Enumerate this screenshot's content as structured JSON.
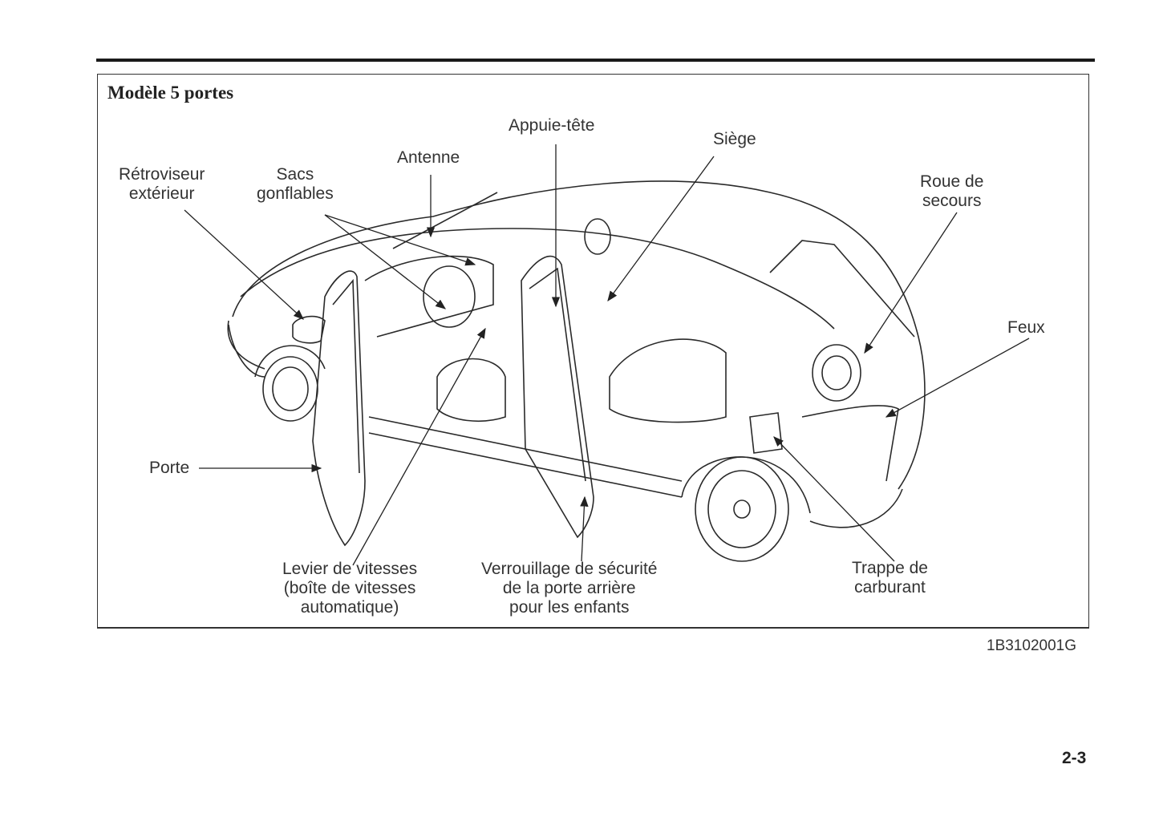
{
  "figure": {
    "title": "Modèle 5 portes",
    "code": "1B3102001G",
    "labels": {
      "retroviseur": [
        "Rétroviseur",
        "extérieur"
      ],
      "sacs": [
        "Sacs",
        "gonflables"
      ],
      "antenne": "Antenne",
      "appuie_tete": "Appuie-tête",
      "siege": "Siège",
      "roue": [
        "Roue de",
        "secours"
      ],
      "feux": "Feux",
      "porte": "Porte",
      "levier": [
        "Levier de vitesses",
        "(boîte de vitesses",
        "automatique)"
      ],
      "verrouillage": [
        "Verrouillage de sécurité",
        "de la porte arrière",
        "pour les enfants"
      ],
      "trappe": [
        "Trappe de",
        "carburant"
      ]
    }
  },
  "page_number": "2-3"
}
